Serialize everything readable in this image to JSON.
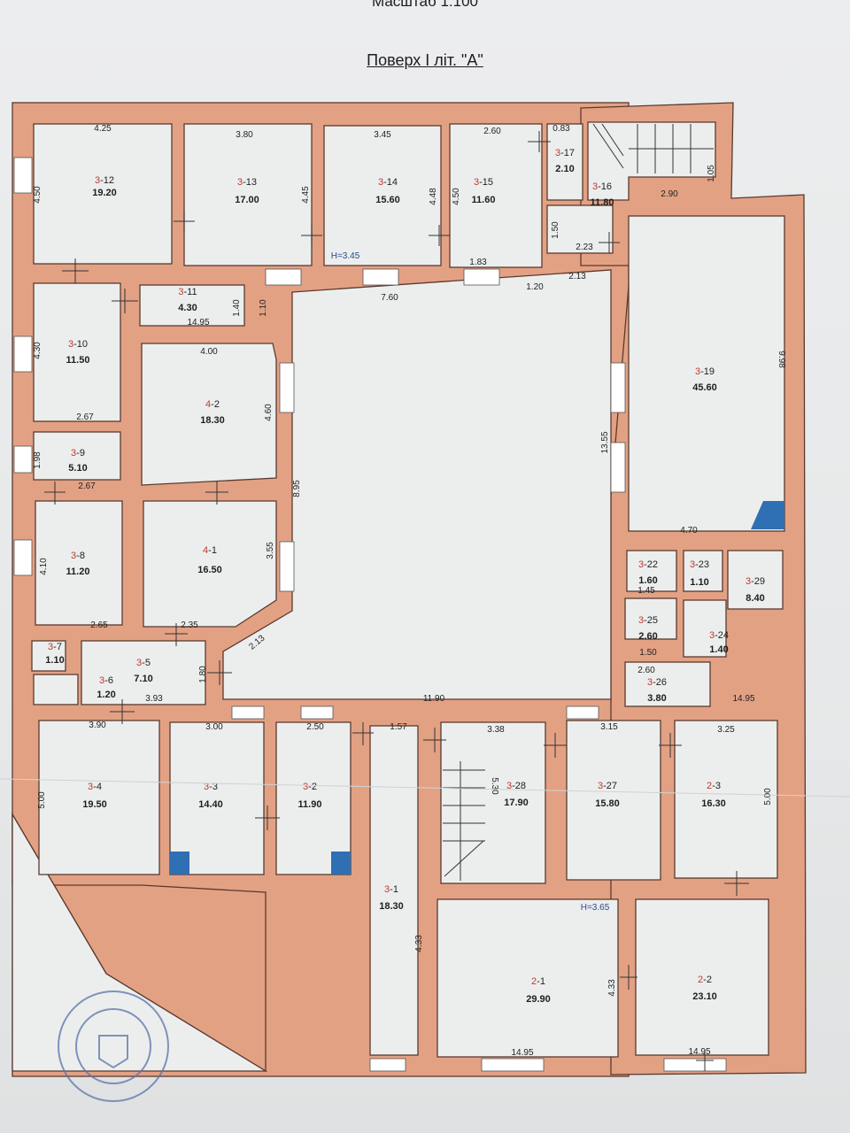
{
  "header": {
    "scale": "Масштаб 1:100",
    "floor": "Поверх I літ. \"А\""
  },
  "rooms": [
    {
      "id": "3-12",
      "area": "19.20"
    },
    {
      "id": "3-13",
      "area": "17.00"
    },
    {
      "id": "3-14",
      "area": "15.60"
    },
    {
      "id": "3-15",
      "area": "11.60"
    },
    {
      "id": "3-17",
      "area": "2.10"
    },
    {
      "id": "3-16",
      "area": "11.80"
    },
    {
      "id": "3-11",
      "area": "4.30"
    },
    {
      "id": "3-10",
      "area": "11.50"
    },
    {
      "id": "4-2",
      "area": "18.30"
    },
    {
      "id": "3-19",
      "area": "45.60"
    },
    {
      "id": "3-9",
      "area": "5.10"
    },
    {
      "id": "3-8",
      "area": "11.20"
    },
    {
      "id": "4-1",
      "area": "16.50"
    },
    {
      "id": "3-22",
      "area": "1.60"
    },
    {
      "id": "3-23",
      "area": "1.10"
    },
    {
      "id": "3-29",
      "area": "8.40"
    },
    {
      "id": "3-25",
      "area": "2.60"
    },
    {
      "id": "3-24",
      "area": "1.40"
    },
    {
      "id": "3-7",
      "area": "1.10"
    },
    {
      "id": "3-5",
      "area": "7.10"
    },
    {
      "id": "3-6",
      "area": "1.20"
    },
    {
      "id": "3-26",
      "area": "3.80"
    },
    {
      "id": "3-4",
      "area": "19.50"
    },
    {
      "id": "3-3",
      "area": "14.40"
    },
    {
      "id": "3-2",
      "area": "11.90"
    },
    {
      "id": "3-28",
      "area": "17.90"
    },
    {
      "id": "3-27",
      "area": "15.80"
    },
    {
      "id": "2-3",
      "area": "16.30"
    },
    {
      "id": "3-1",
      "area": "18.30"
    },
    {
      "id": "2-1",
      "area": "29.90"
    },
    {
      "id": "2-2",
      "area": "23.10"
    }
  ],
  "dimensions": {
    "d1": "4.25",
    "d2": "3.80",
    "d3": "3.45",
    "d4": "2.60",
    "d5": "0.83",
    "d6": "4.50",
    "d7": "4.45",
    "d8": "4.48",
    "d9": "4.50",
    "d10": "1.05",
    "d11": "2.90",
    "d12": "1.50",
    "d13": "2.23",
    "d14": "1.83",
    "d15": "1.20",
    "d16": "2.13",
    "d17": "7.60",
    "d18": "1.40",
    "d19": "1.10",
    "d20": "14.95",
    "d21": "4.00",
    "d22": "4.30",
    "d23": "9.98",
    "d24": "4.60",
    "d25": "2.67",
    "d26": "1.98",
    "d27": "2.67",
    "d28": "13.55",
    "d29": "8.95",
    "d30": "4.70",
    "d31": "4.10",
    "d32": "3.55",
    "d33": "1.45",
    "d34": "2.65",
    "d35": "2.35",
    "d36": "2.13",
    "d37": "1.50",
    "d38": "1.80",
    "d39": "2.60",
    "d40": "3.93",
    "d41": "11.90",
    "d42": "14.95",
    "d43": "3.90",
    "d44": "3.00",
    "d45": "2.50",
    "d46": "1.57",
    "d47": "3.38",
    "d48": "3.15",
    "d49": "3.25",
    "d50": "5.00",
    "d51": "5.30",
    "d52": "5.00",
    "d53": "4.33",
    "d54": "4.33",
    "d55": "14.95",
    "d56": "14.95"
  },
  "heights": {
    "h1": "H=3.45",
    "h2": "H=3.65"
  },
  "colors": {
    "wall": "#e3a184",
    "wall_stroke": "#5a3a2e",
    "room_prefix": "#c0392b",
    "stair_marker": "#2f6fb3",
    "stamp": "#5b73a8"
  }
}
